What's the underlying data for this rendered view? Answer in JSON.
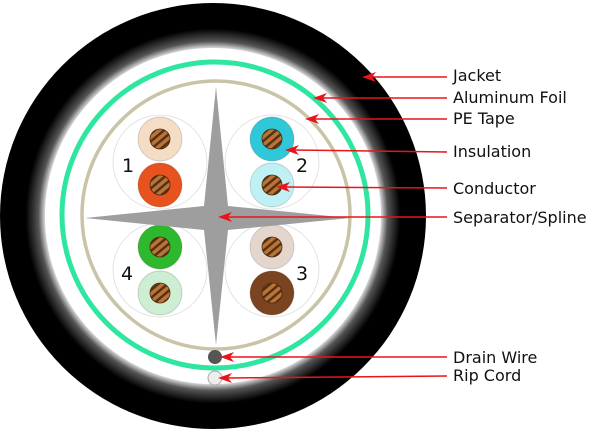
{
  "title": "Shielded twisted pair cable cross-section",
  "labels": {
    "jacket": "Jacket",
    "foil": "Aluminum Foil",
    "pe_tape": "PE Tape",
    "insulation": "Insulation",
    "conductor": "Conductor",
    "spline": "Separator/Spline",
    "drain": "Drain Wire",
    "rip": "Rip Cord"
  },
  "pairs": [
    {
      "number": "1",
      "colors": [
        "#f5dcc4",
        "#e8521e"
      ]
    },
    {
      "number": "2",
      "colors": [
        "#2fc8d8",
        "#bff0f4"
      ]
    },
    {
      "number": "3",
      "colors": [
        "#e4d6cc",
        "#7a4420"
      ]
    },
    {
      "number": "4",
      "colors": [
        "#2eb82e",
        "#cdeed2"
      ]
    }
  ],
  "colors": {
    "jacket": "#000000",
    "foil": "#2ee6a0",
    "pe_tape": "#c9c3a8",
    "spline": "#9e9e9e",
    "arrow": "#e8141c",
    "copper": "#a0602a"
  }
}
